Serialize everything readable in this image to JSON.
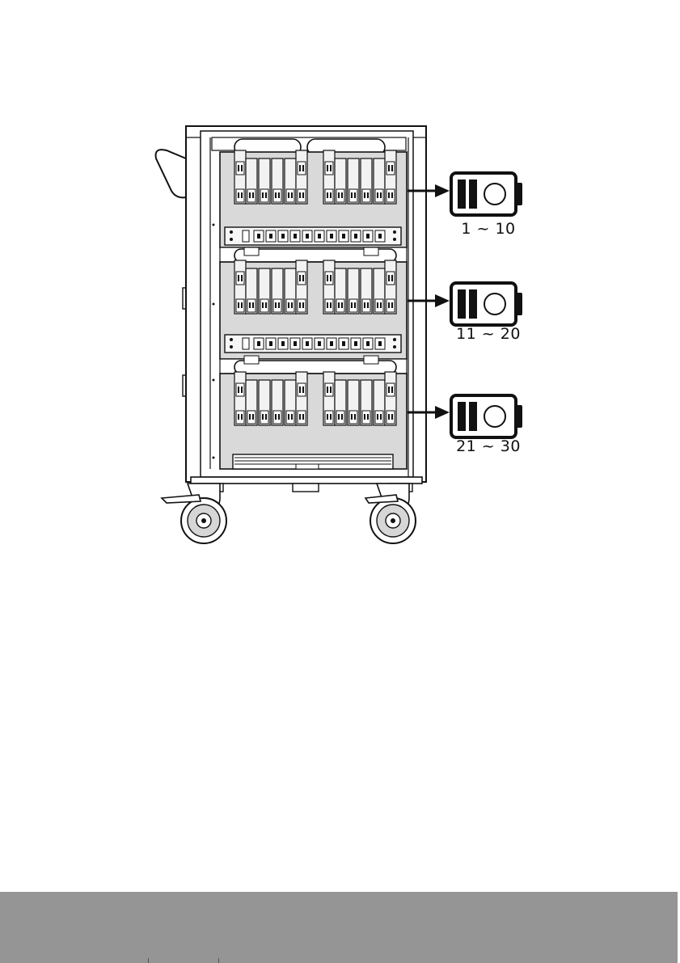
{
  "colors": {
    "line": "#111111",
    "panel": "#d9d9d9",
    "frame": "#ffffff",
    "footer": "#959595"
  },
  "icons": {
    "battery": "battery-icon",
    "arrow": "arrow-right-icon",
    "cart": "charging-cart-illustration"
  },
  "shelves": [
    {
      "range_label": "1 ~ 10"
    },
    {
      "range_label": "11 ~ 20"
    },
    {
      "range_label": "21 ~ 30"
    }
  ]
}
